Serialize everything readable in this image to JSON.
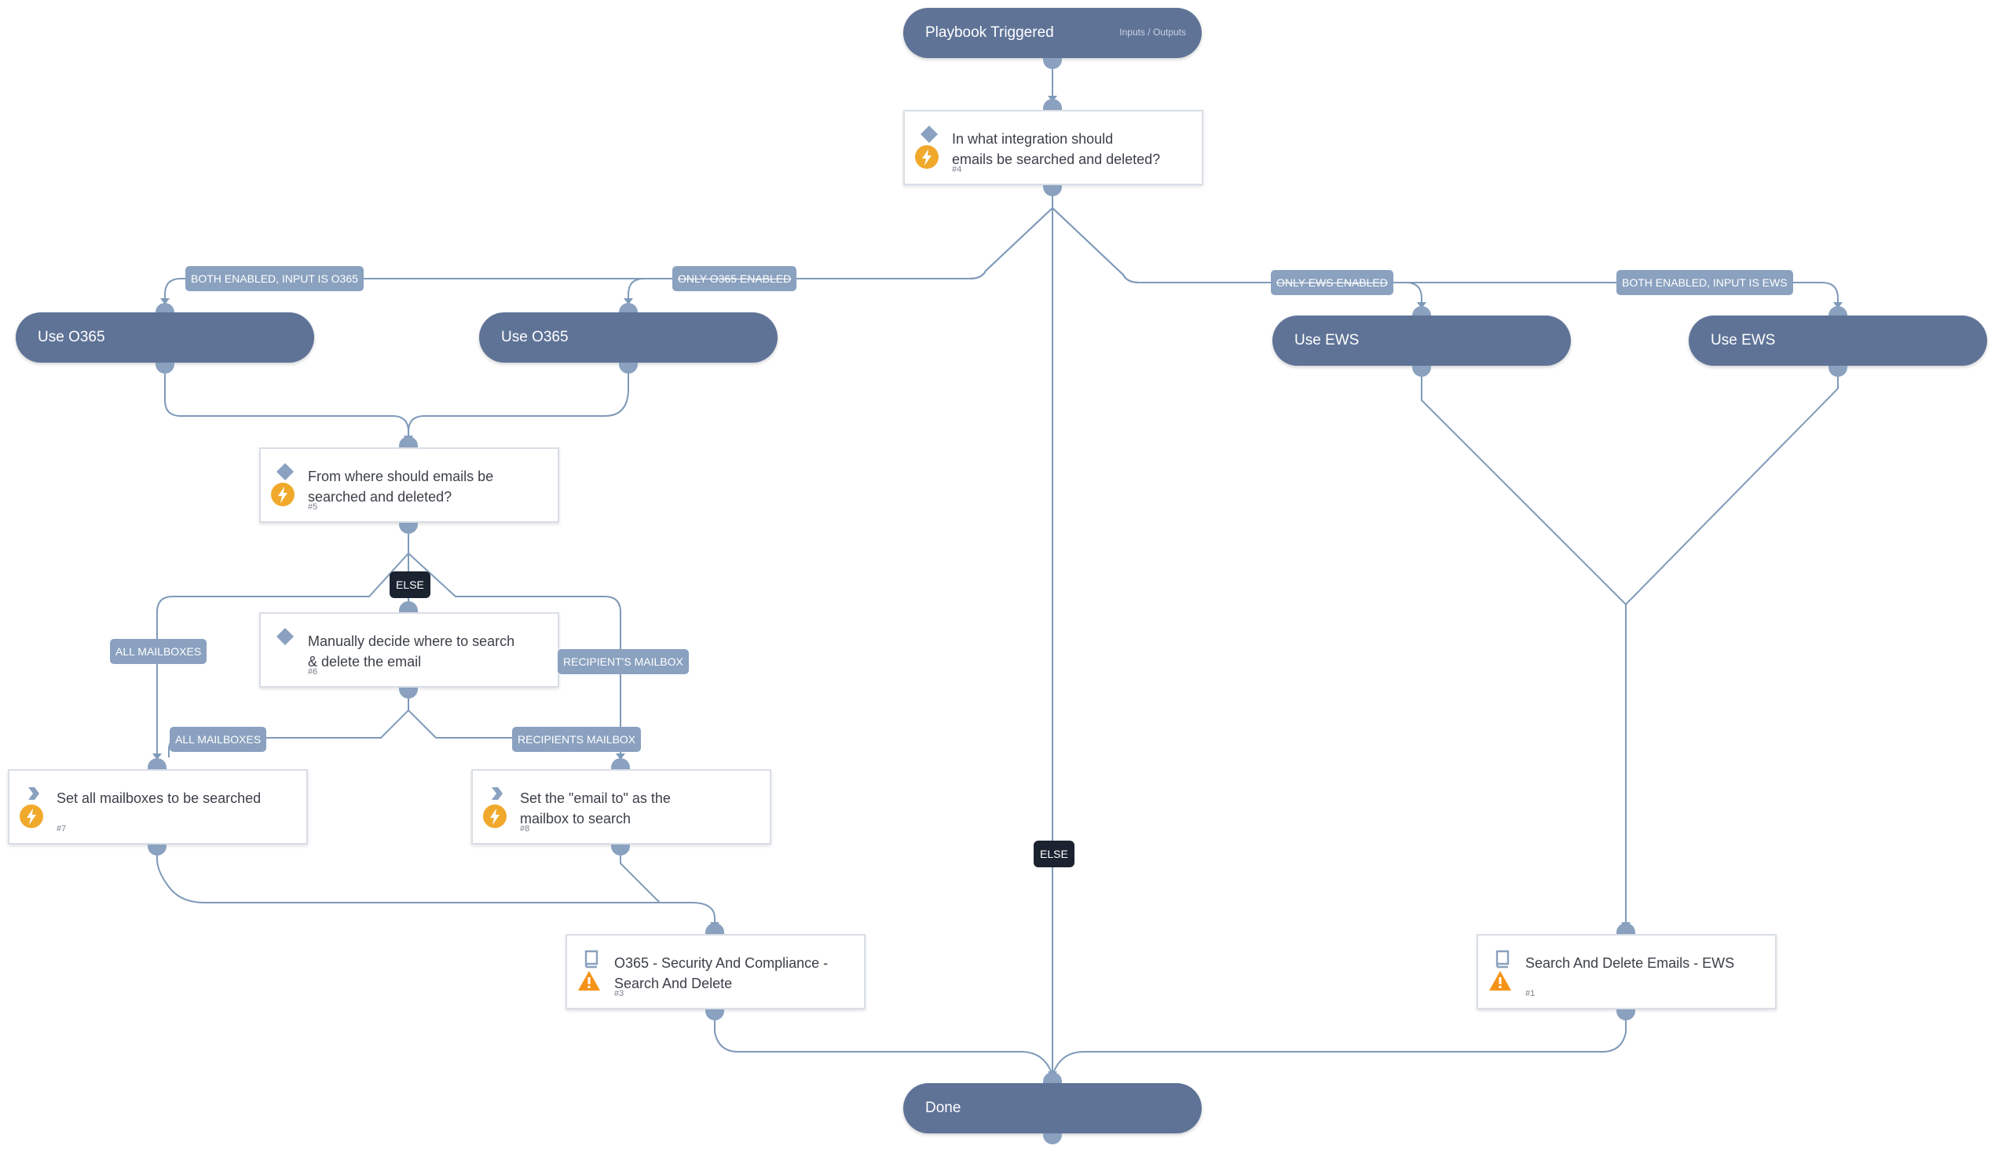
{
  "colors": {
    "pill": "#5f7397",
    "edge": "#7f9ab9",
    "label": "#8aa1bf",
    "else": "#1b2230",
    "automation": "#f0a92b",
    "warning": "#f59318"
  },
  "start": {
    "title": "Playbook Triggered",
    "io": "Inputs / Outputs"
  },
  "end": {
    "title": "Done"
  },
  "nodes": {
    "n4": {
      "title": "In what integration should\nemails be searched and deleted?",
      "num": "#4",
      "type_icon": "diamond-icon",
      "status_icon": "lightning-icon"
    },
    "o365a": {
      "title": "Use O365"
    },
    "o365b": {
      "title": "Use O365"
    },
    "ewsa": {
      "title": "Use EWS"
    },
    "ewsb": {
      "title": "Use EWS"
    },
    "n5": {
      "title": "From where should emails be\nsearched and deleted?",
      "num": "#5",
      "type_icon": "diamond-icon",
      "status_icon": "lightning-icon"
    },
    "n6": {
      "title": "Manually decide where to search\n& delete the email",
      "num": "#6",
      "type_icon": "diamond-icon"
    },
    "n7": {
      "title": "Set all mailboxes to be searched",
      "num": "#7",
      "type_icon": "chevron-icon",
      "status_icon": "lightning-icon"
    },
    "n8": {
      "title": "Set the \"email to\" as the\nmailbox to search",
      "num": "#8",
      "type_icon": "chevron-icon",
      "status_icon": "lightning-icon"
    },
    "n3": {
      "title": "O365 - Security And Compliance -\nSearch And Delete",
      "num": "#3",
      "type_icon": "book-icon",
      "status_icon": "warning-icon"
    },
    "n1": {
      "title": "Search And Delete Emails - EWS",
      "num": "#1",
      "type_icon": "book-icon",
      "status_icon": "warning-icon"
    }
  },
  "edge_labels": {
    "both_o365": "BOTH ENABLED, INPUT IS O365",
    "only_o365": "ONLY O365 ENABLED",
    "only_ews": "ONLY EWS ENABLED",
    "both_ews": "BOTH ENABLED, INPUT IS EWS",
    "else_top": "ELSE",
    "all_mailboxes_1": "ALL MAILBOXES",
    "recipients_mailbox_1": "RECIPIENT'S MAILBOX",
    "all_mailboxes_2": "ALL MAILBOXES",
    "recipients_mailbox_2": "RECIPIENTS MAILBOX",
    "else_mid": "ELSE"
  }
}
